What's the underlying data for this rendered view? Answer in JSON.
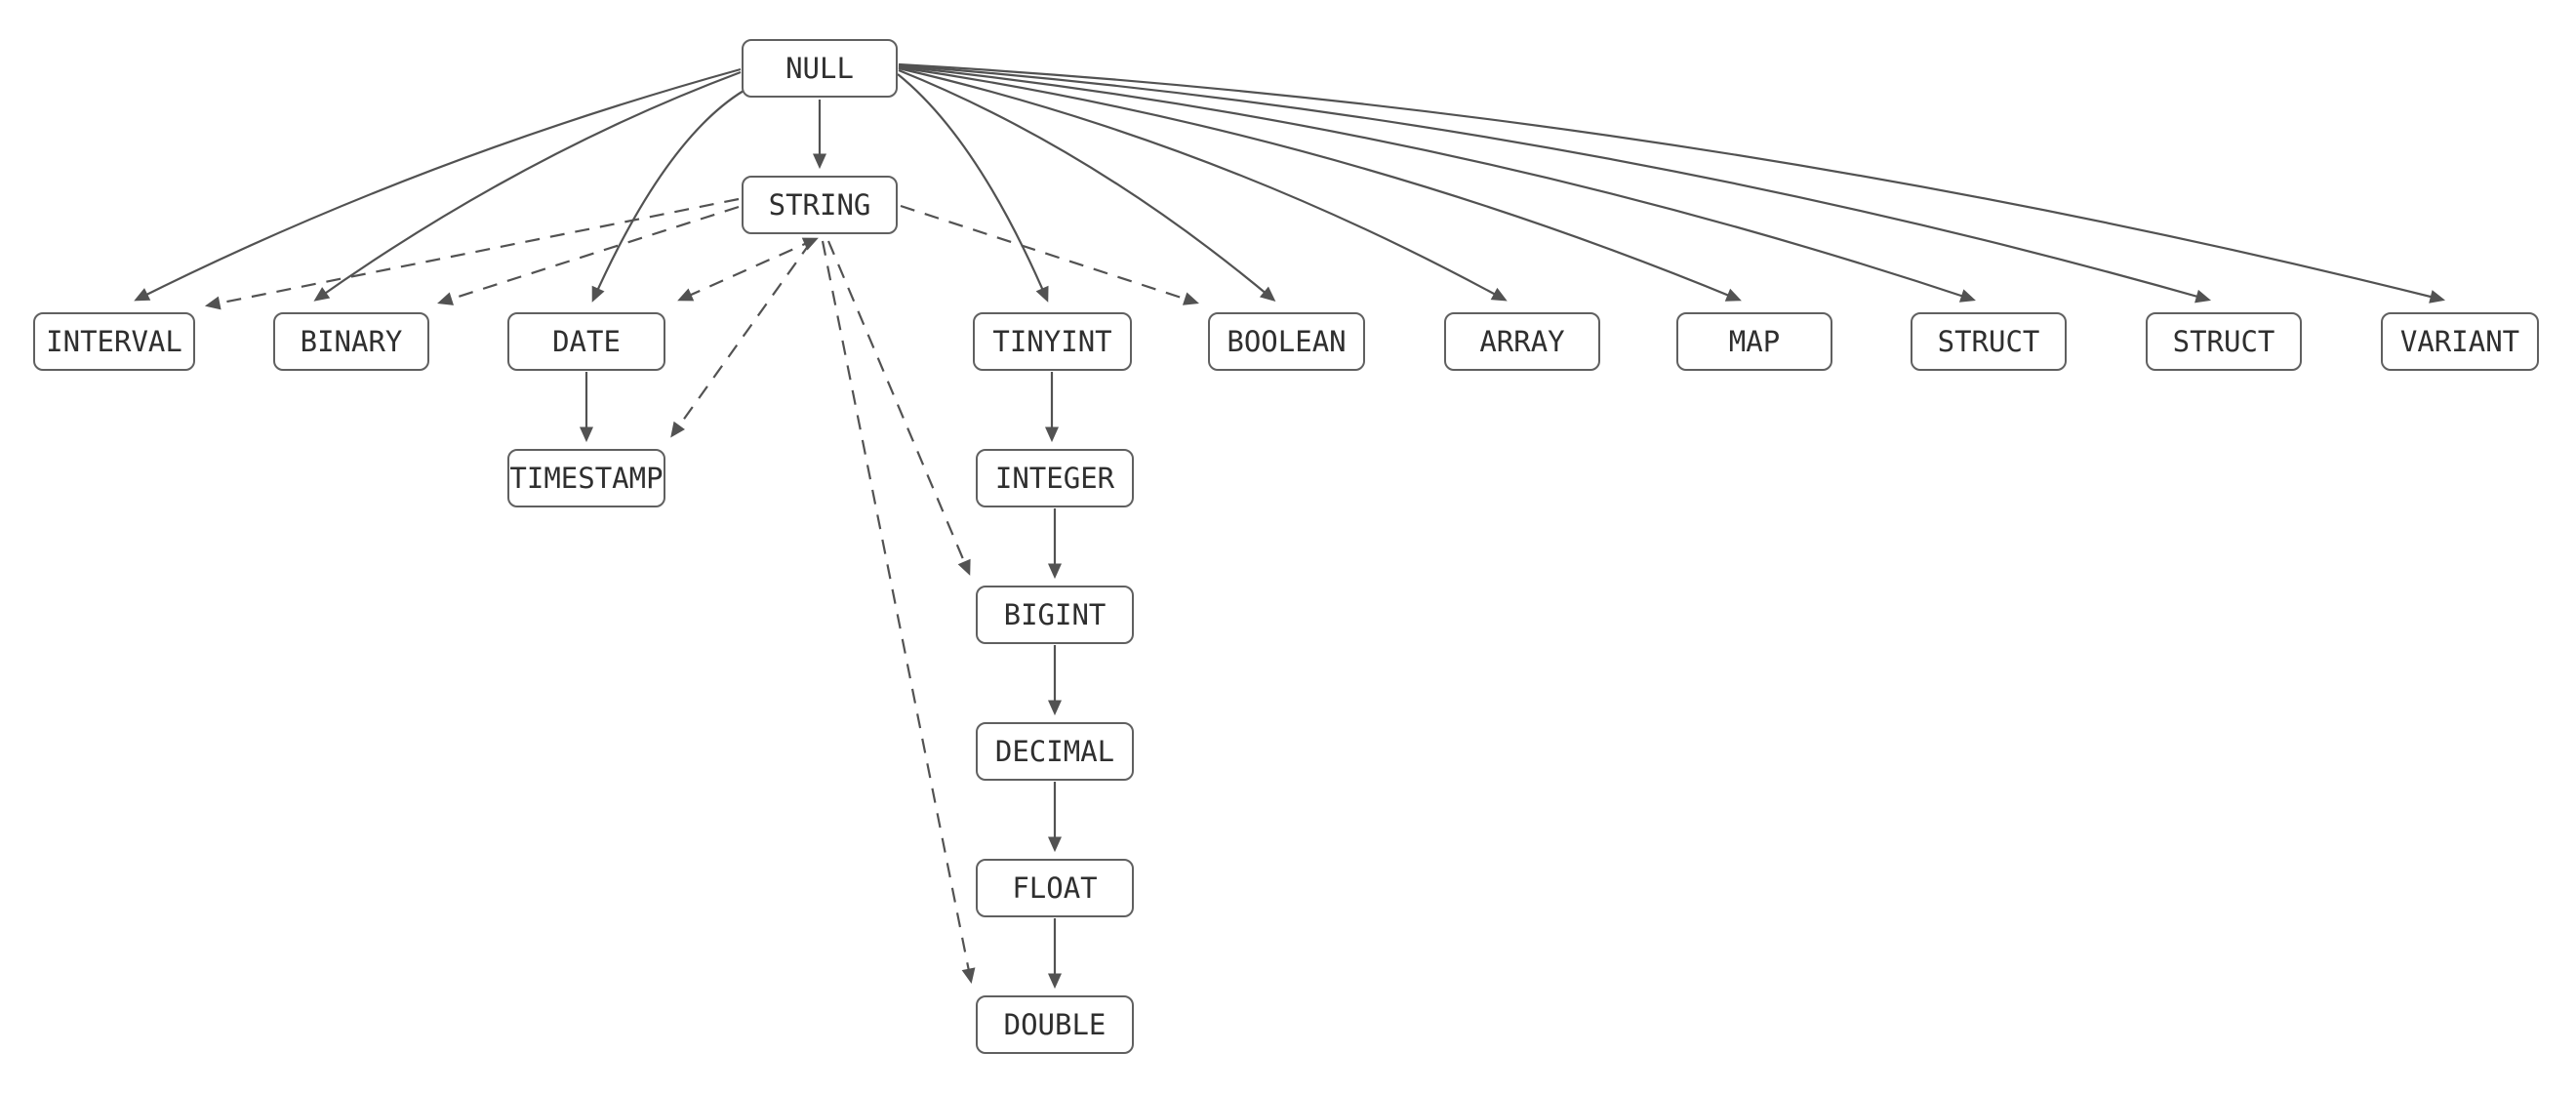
{
  "diagram": {
    "description": "Type precedence graph: solid arrows show NULL promoting to every type and numeric/date promotion chains; dashed arrows show STRING cross-casts",
    "colors": {
      "background": "#ffffff",
      "node_fill": "#ffffff",
      "node_border": "#606060",
      "node_text": "#2f2f2f",
      "edge": "#525252"
    },
    "nodes": [
      {
        "id": "null",
        "label": "NULL"
      },
      {
        "id": "string",
        "label": "STRING"
      },
      {
        "id": "interval",
        "label": "INTERVAL"
      },
      {
        "id": "binary",
        "label": "BINARY"
      },
      {
        "id": "date",
        "label": "DATE"
      },
      {
        "id": "tinyint",
        "label": "TINYINT"
      },
      {
        "id": "boolean",
        "label": "BOOLEAN"
      },
      {
        "id": "array",
        "label": "ARRAY"
      },
      {
        "id": "map",
        "label": "MAP"
      },
      {
        "id": "struct-1",
        "label": "STRUCT"
      },
      {
        "id": "struct-2",
        "label": "STRUCT"
      },
      {
        "id": "variant",
        "label": "VARIANT"
      },
      {
        "id": "timestamp",
        "label": "TIMESTAMP"
      },
      {
        "id": "integer",
        "label": "INTEGER"
      },
      {
        "id": "bigint",
        "label": "BIGINT"
      },
      {
        "id": "decimal",
        "label": "DECIMAL"
      },
      {
        "id": "float",
        "label": "FLOAT"
      },
      {
        "id": "double",
        "label": "DOUBLE"
      }
    ],
    "edges": [
      {
        "from": "null",
        "to": "string",
        "style": "solid"
      },
      {
        "from": "null",
        "to": "interval",
        "style": "solid"
      },
      {
        "from": "null",
        "to": "binary",
        "style": "solid"
      },
      {
        "from": "null",
        "to": "date",
        "style": "solid"
      },
      {
        "from": "null",
        "to": "tinyint",
        "style": "solid"
      },
      {
        "from": "null",
        "to": "boolean",
        "style": "solid"
      },
      {
        "from": "null",
        "to": "array",
        "style": "solid"
      },
      {
        "from": "null",
        "to": "map",
        "style": "solid"
      },
      {
        "from": "null",
        "to": "struct-1",
        "style": "solid"
      },
      {
        "from": "null",
        "to": "struct-2",
        "style": "solid"
      },
      {
        "from": "null",
        "to": "variant",
        "style": "solid"
      },
      {
        "from": "date",
        "to": "timestamp",
        "style": "solid"
      },
      {
        "from": "tinyint",
        "to": "integer",
        "style": "solid"
      },
      {
        "from": "integer",
        "to": "bigint",
        "style": "solid"
      },
      {
        "from": "bigint",
        "to": "decimal",
        "style": "solid"
      },
      {
        "from": "decimal",
        "to": "float",
        "style": "solid"
      },
      {
        "from": "float",
        "to": "double",
        "style": "solid"
      },
      {
        "from": "string",
        "to": "interval",
        "style": "dashed"
      },
      {
        "from": "string",
        "to": "binary",
        "style": "dashed"
      },
      {
        "from": "string",
        "to": "date",
        "style": "dashed",
        "bidirectional": true
      },
      {
        "from": "string",
        "to": "timestamp",
        "style": "dashed"
      },
      {
        "from": "string",
        "to": "boolean",
        "style": "dashed"
      },
      {
        "from": "string",
        "to": "bigint",
        "style": "dashed"
      },
      {
        "from": "string",
        "to": "double",
        "style": "dashed"
      }
    ]
  }
}
